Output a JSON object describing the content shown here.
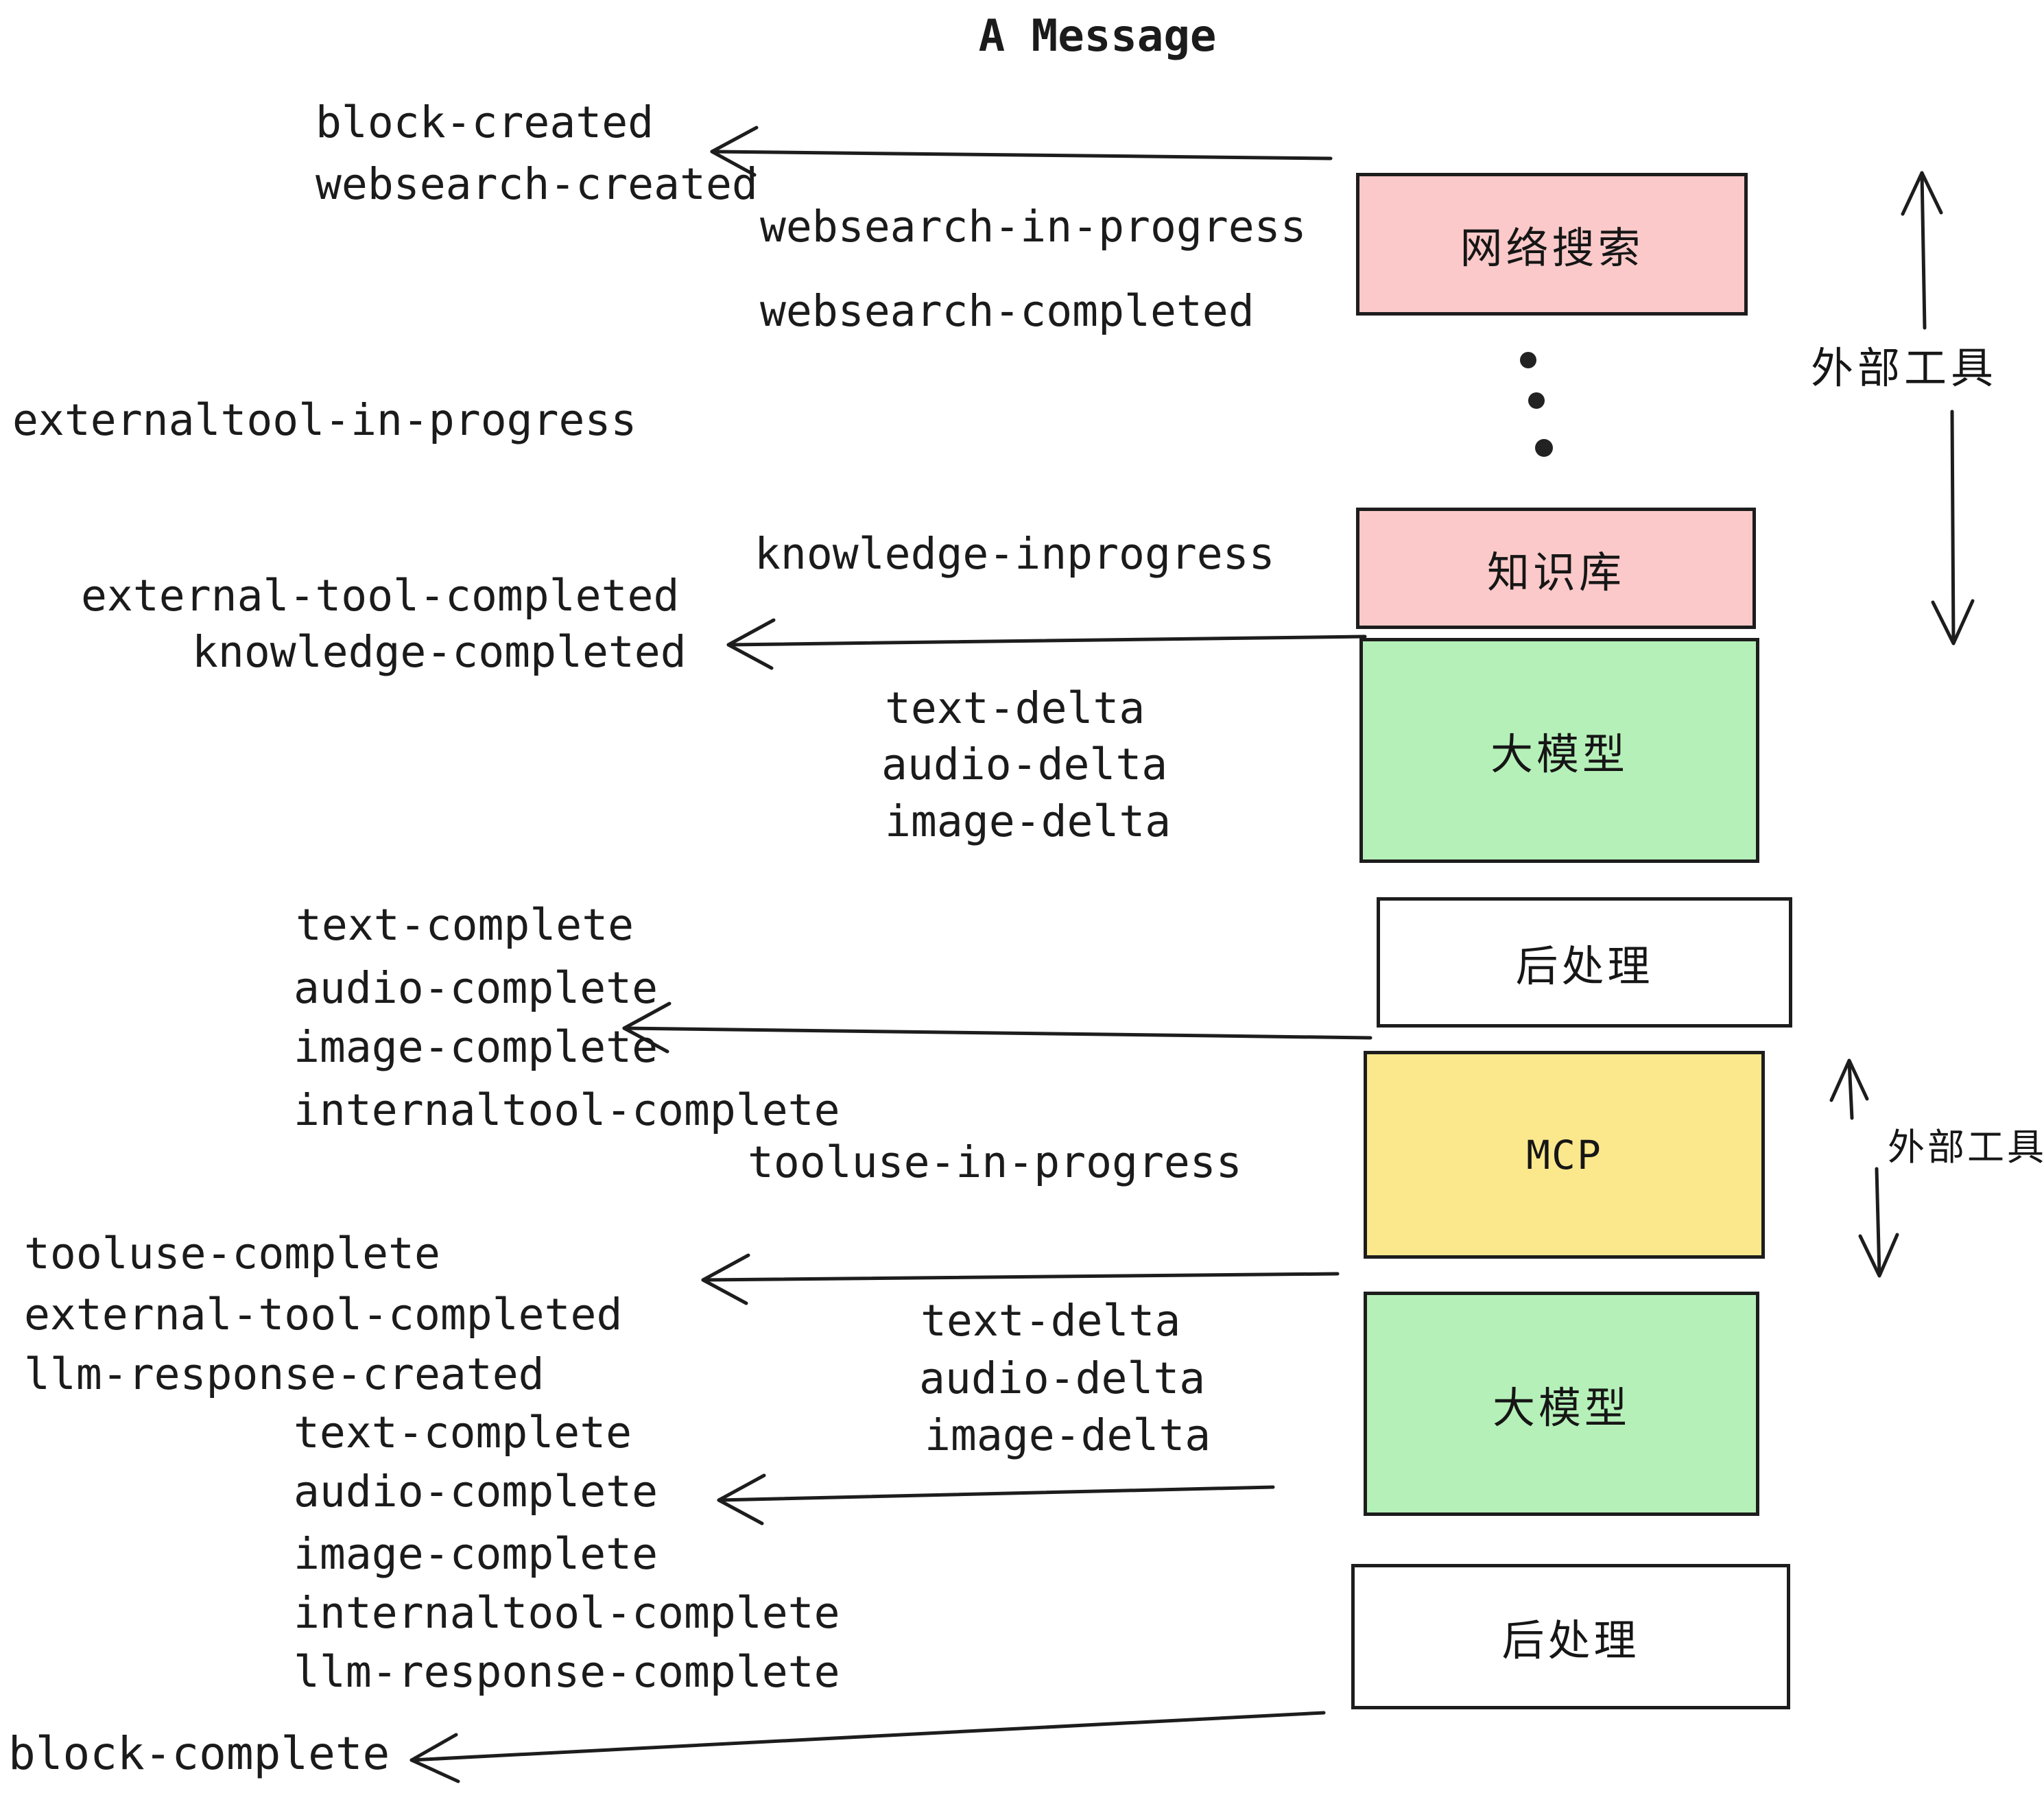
{
  "title": "A Message",
  "events": {
    "block_created": "block-created",
    "websearch_created": "websearch-created",
    "websearch_in_progress": "websearch-in-progress",
    "websearch_completed": "websearch-completed",
    "externaltool_in_progress": "externaltool-in-progress",
    "knowledge_inprogress": "knowledge-inprogress",
    "external_tool_completed": "external-tool-completed",
    "knowledge_completed": "knowledge-completed",
    "text_delta": "text-delta",
    "audio_delta": "audio-delta",
    "image_delta": "image-delta",
    "text_complete": "text-complete",
    "audio_complete": "audio-complete",
    "image_complete": "image-complete",
    "internaltool_complete": "internaltool-complete",
    "tooluse_in_progress": "tooluse-in-progress",
    "tooluse_complete": "tooluse-complete",
    "llm_response_created": "llm-response-created",
    "llm_response_complete": "llm-response-complete",
    "block_complete": "block-complete"
  },
  "nodes": {
    "websearch": {
      "label": "网络搜索",
      "color": "#fbc9c9"
    },
    "knowledge": {
      "label": "知识库",
      "color": "#fbc9c9"
    },
    "llm": {
      "label": "大模型",
      "color": "#b5f0b8"
    },
    "post": {
      "label": "后处理",
      "color": "#ffffff"
    },
    "mcp": {
      "label": "MCP",
      "color": "#fbe88d"
    }
  },
  "annotations": {
    "external_tools": "外部工具"
  },
  "style_colors": {
    "ink": "#1d1d1d",
    "background": "#ffffff"
  }
}
